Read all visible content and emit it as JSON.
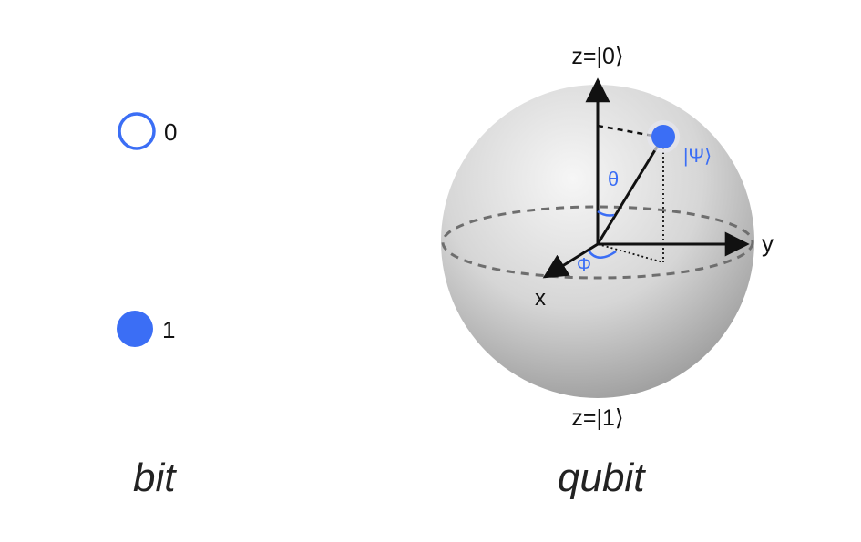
{
  "bit": {
    "state0_label": "0",
    "state1_label": "1",
    "caption": "bit"
  },
  "qubit": {
    "z_top_label": "z=|0⟩",
    "z_bottom_label": "z=|1⟩",
    "x_label": "x",
    "y_label": "y",
    "theta_label": "θ",
    "phi_label": "Φ",
    "psi_label": "|Ψ⟩",
    "caption": "qubit"
  },
  "colors": {
    "accent": "#3b6ef5",
    "axis": "#111111",
    "sphere_light": "#f4f4f4",
    "sphere_dark": "#9a9a9a",
    "dashed": "#6e6e6e"
  }
}
